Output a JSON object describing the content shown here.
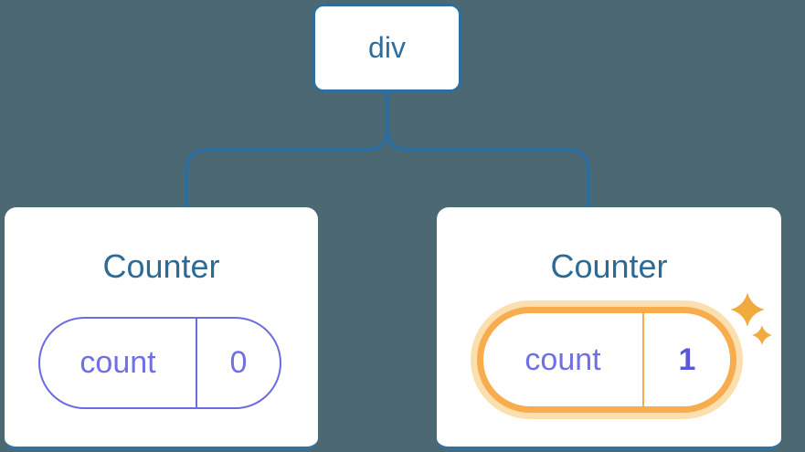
{
  "colors": {
    "bg": "#4c6872",
    "blue": "#2f6e9c",
    "blue-dark": "#2d6b97",
    "card-bottom": "#35719c",
    "purple": "#7070e2",
    "purple-border": "#6c6cdf",
    "purple-bold": "#5b59d9",
    "orange": "#f7ad4d",
    "orange-glow": "#fbdfae",
    "sparkle": "#f2a93d"
  },
  "tree": {
    "root": {
      "label": "div"
    },
    "children": [
      {
        "title": "Counter",
        "state": {
          "key": "count",
          "value": "0"
        },
        "highlighted": false
      },
      {
        "title": "Counter",
        "state": {
          "key": "count",
          "value": "1"
        },
        "highlighted": true
      }
    ]
  }
}
